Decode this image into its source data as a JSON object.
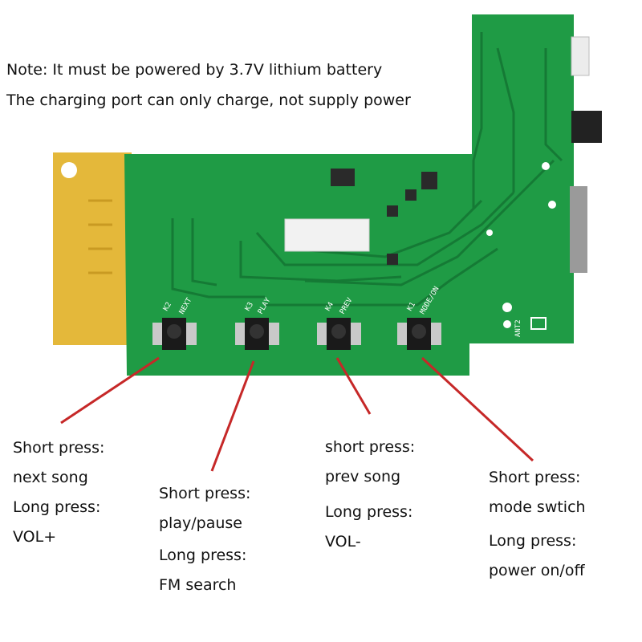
{
  "notes": [
    "Note: It must be powered by 3.7V lithium battery",
    "The charging port can only charge, not supply power"
  ],
  "board": {
    "color": "#1f9b45",
    "antenna_color": "#e4b83a",
    "silkscreen": {
      "k2": "K2",
      "k2_sub": "NEXT",
      "k3": "K3",
      "k3_sub": "PLAY",
      "k4": "K4",
      "k4_sub": "PREV",
      "k1": "K1",
      "k1_sub": "MODE/ON",
      "ant2": "ANT2"
    }
  },
  "arrow_color": "#c62828",
  "buttons": [
    {
      "name": "next",
      "short_press_label": "Short press:",
      "short_press_action": "next song",
      "long_press_label": "Long press:",
      "long_press_action": "VOL+"
    },
    {
      "name": "play",
      "short_press_label": "Short press:",
      "short_press_action": "play/pause",
      "long_press_label": "Long press:",
      "long_press_action": "FM search"
    },
    {
      "name": "prev",
      "short_press_label": "short press:",
      "short_press_action": "prev song",
      "long_press_label": "Long press:",
      "long_press_action": "VOL-"
    },
    {
      "name": "mode",
      "short_press_label": "Short press:",
      "short_press_action": "mode swtich",
      "long_press_label": "Long press:",
      "long_press_action": "power on/off"
    }
  ]
}
